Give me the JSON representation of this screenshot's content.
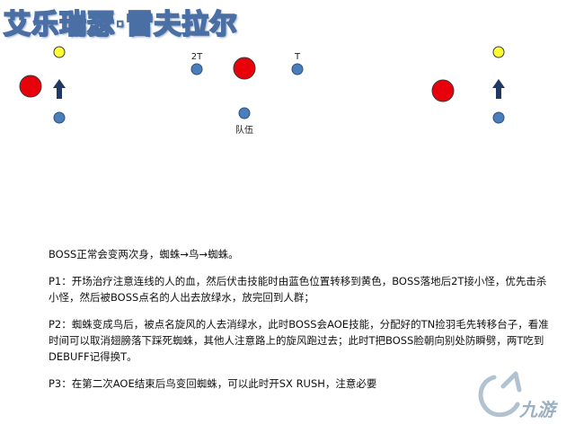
{
  "page": {
    "title": "艾乐瑞瑟·雷夫拉尔"
  },
  "diagram": {
    "labels": {
      "tank_left": "2T",
      "tank_right": "T",
      "party": "队伍"
    },
    "colors": {
      "boss": "#e8000b",
      "marker_yellow": "#ffff33",
      "player_blue": "#4a7ebb",
      "arrow": "#1f3864"
    }
  },
  "notes": {
    "line1": "BOSS正常会变两次身，蜘蛛→鸟→蜘蛛。",
    "line2": "P1：开场治疗注意连线的人的血，然后伏击技能时由蓝色位置转移到黄色，BOSS落地后2T接小怪，优先击杀小怪，然后被BOSS点名的人出去放绿水，放完回到人群；",
    "line3": "P2：蜘蛛变成鸟后，被点名旋风的人去消绿水，此时BOSS会AOE技能，分配好的TN捡羽毛先转移台子，看准时间可以取消翅膀落下踩死蜘蛛，其他人注意路上的旋风跑过去；此时T把BOSS脸朝向别处防瞬劈，两T吃到DEBUFF记得换T。",
    "line4": "P3：在第二次AOE结束后鸟变回蜘蛛，可以此时开SX RUSH，注意必要"
  },
  "watermark": {
    "text": "九游",
    "icon": "jiuyou-logo-icon"
  }
}
